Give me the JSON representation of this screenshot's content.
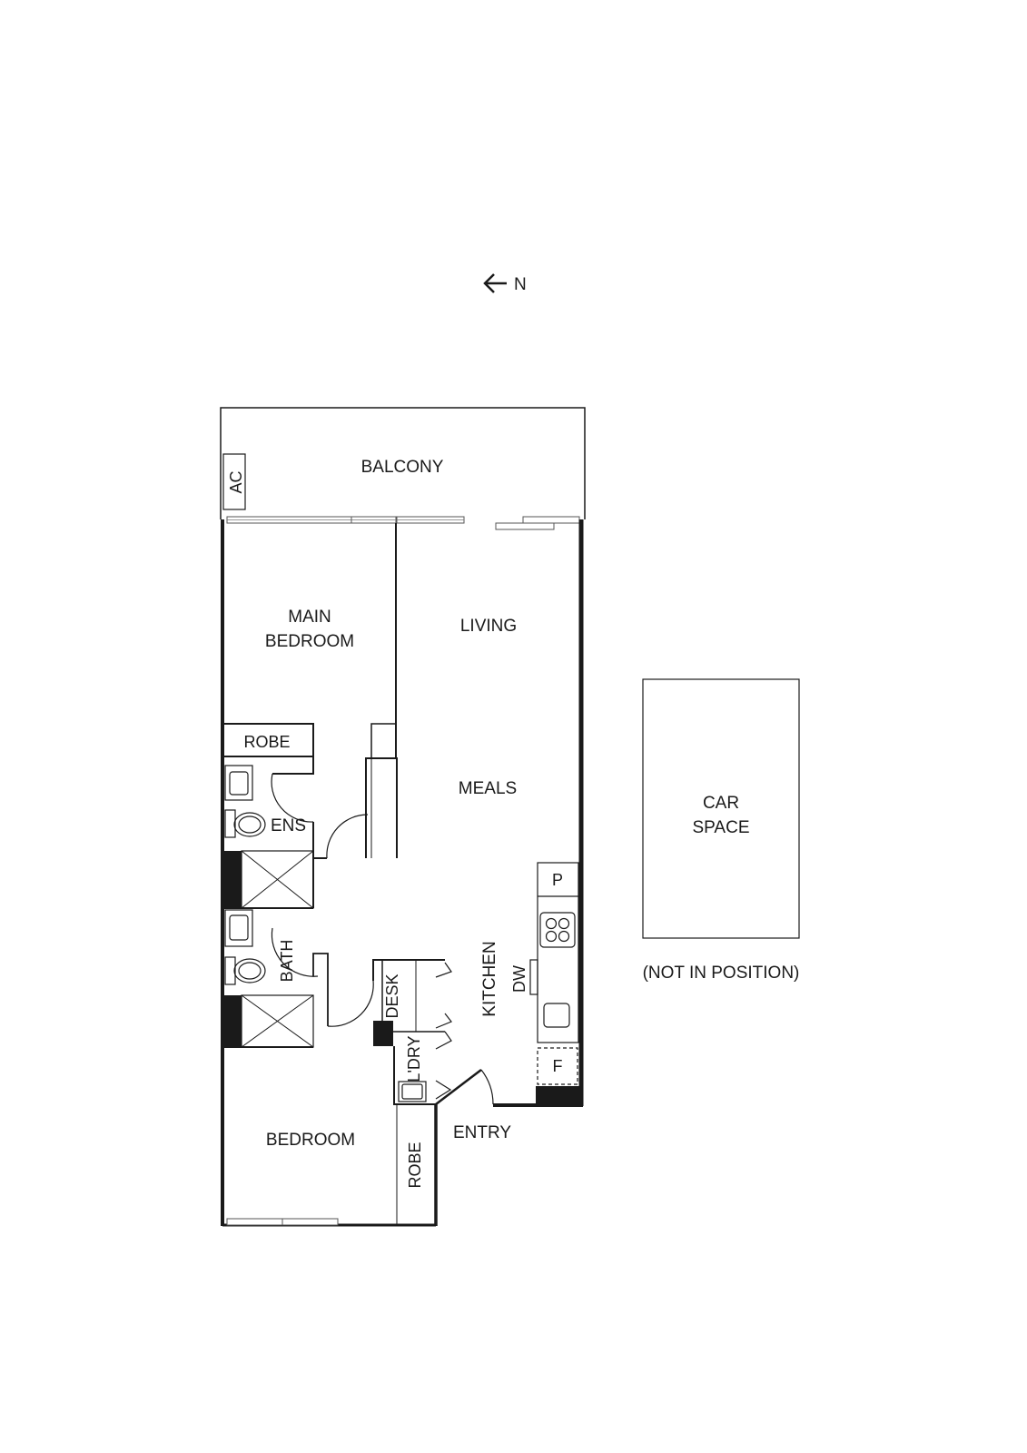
{
  "compass": {
    "arrow": "←",
    "label": "N"
  },
  "rooms": {
    "balcony": "BALCONY",
    "ac": "AC",
    "main_bedroom_line1": "MAIN",
    "main_bedroom_line2": "BEDROOM",
    "living": "LIVING",
    "meals": "MEALS",
    "robe_main": "ROBE",
    "ensuite": "ENS",
    "bath": "BATH",
    "desk": "DESK",
    "kitchen": "KITCHEN",
    "dishwasher": "DW",
    "pantry": "P",
    "fridge": "F",
    "laundry": "L'DRY",
    "entry": "ENTRY",
    "bedroom": "BEDROOM",
    "robe_bedroom": "ROBE"
  },
  "car_space": {
    "line1": "CAR",
    "line2": "SPACE",
    "note": "(NOT IN POSITION)"
  }
}
